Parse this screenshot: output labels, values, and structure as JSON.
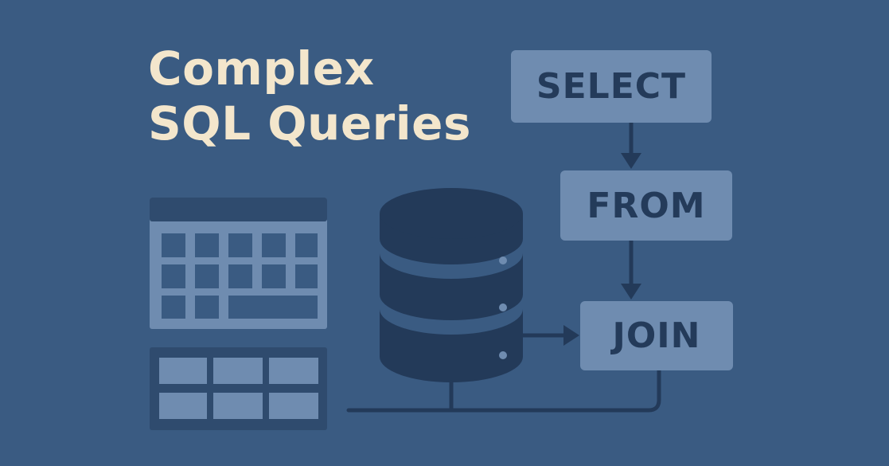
{
  "title": {
    "line1": "Complex",
    "line2": "SQL Queries"
  },
  "flow": {
    "steps": [
      "SELECT",
      "FROM",
      "JOIN"
    ]
  },
  "icons": {
    "table": "data-table-icon",
    "grid": "data-grid-icon",
    "database": "database-icon"
  },
  "colors": {
    "background": "#3a5b82",
    "title": "#f3e6cc",
    "box_fill": "#6f8cb0",
    "dark": "#233a59"
  }
}
